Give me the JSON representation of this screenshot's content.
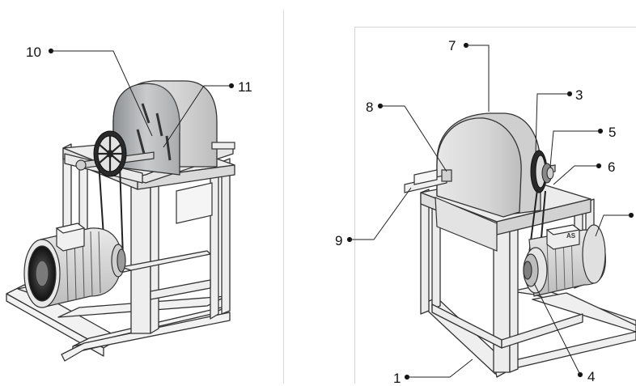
{
  "figure": {
    "left_panel": {
      "callouts": [
        {
          "id": "callout-10",
          "text": "10"
        },
        {
          "id": "callout-11",
          "text": "11"
        }
      ]
    },
    "right_panel": {
      "callouts": [
        {
          "id": "callout-7",
          "text": "7"
        },
        {
          "id": "callout-3",
          "text": "3"
        },
        {
          "id": "callout-8",
          "text": "8"
        },
        {
          "id": "callout-5",
          "text": "5"
        },
        {
          "id": "callout-6",
          "text": "6"
        },
        {
          "id": "callout-9",
          "text": "9"
        },
        {
          "id": "callout-1",
          "text": "1"
        },
        {
          "id": "callout-4",
          "text": "4"
        }
      ],
      "motor_badge": "AS"
    }
  }
}
